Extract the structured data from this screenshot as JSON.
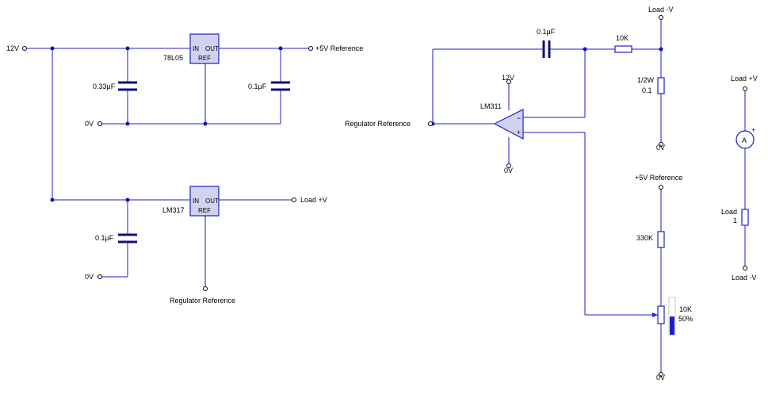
{
  "terminals": {
    "in_12v": "12V",
    "out_5v_ref": "+5V Reference",
    "gnd_top": "0V",
    "load_pos_out": "Load +V",
    "gnd_lm317": "0V",
    "reg_ref_bottom": "Regulator Reference",
    "reg_ref_in": "Regulator Reference",
    "lm311_supply": "12V",
    "lm311_gnd": "0V",
    "load_neg_top": "Load -V",
    "shunt_gnd": "0V",
    "ref_5v_top": "+5V Reference",
    "pot_gnd": "0V",
    "meter_pos": "Load +V",
    "meter_neg": "Load -V"
  },
  "components": {
    "reg_78l05": {
      "name": "78L05",
      "pin_in": "IN",
      "pin_out": "OUT",
      "pin_ref": "REF"
    },
    "reg_lm317": {
      "name": "LM317",
      "pin_in": "IN",
      "pin_out": "OUT",
      "pin_ref": "REF"
    },
    "c_input_78l05": "0.33μF",
    "c_output_78l05": "0.1μF",
    "c_input_lm317": "0.1μF",
    "c_coupling": "0.1μF",
    "r_feedback": "10K",
    "r_shunt": {
      "rating": "1/2W",
      "value": "0.1"
    },
    "comparator": {
      "name": "LM311",
      "minus": "−",
      "plus": "+"
    },
    "r_divider": "330K",
    "pot": {
      "value": "10K",
      "setting": "50%",
      "setting_fraction": 0.5
    },
    "ammeter": {
      "symbol": "A",
      "plus": "+"
    },
    "load": {
      "label": "Load",
      "value": "1"
    }
  },
  "colors": {
    "wire": "#1e1ecc",
    "node": "#1010cc",
    "ic_fill": "#d0d2f0",
    "capacitor": "#10107a"
  }
}
